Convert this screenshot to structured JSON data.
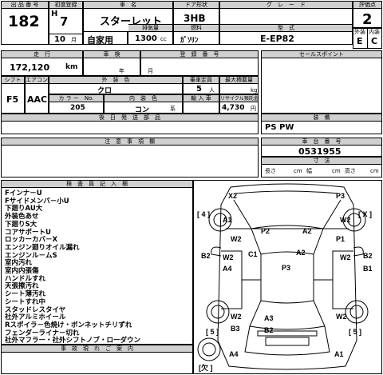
{
  "header": {
    "lot_no_label": "出 品 番 号",
    "lot_no": "182",
    "first_reg_label": "初度登録",
    "era_letter": "H",
    "era_year": "7",
    "month": "10",
    "month_unit": "月",
    "car_name_label": "車　名",
    "car_name": "スターレット",
    "usage": "自家用",
    "door_label": "ドア形状",
    "door": "3HB",
    "displacement_label": "排気量",
    "displacement": "1300",
    "displacement_unit": "cc",
    "fuel_label": "燃料",
    "fuel": "ｶﾞｿﾘﾝ",
    "grade_label": "グ　レ　ー　ド",
    "model_label": "型　式",
    "model": "E-EP82",
    "score_label": "評価点",
    "score": "2",
    "exterior_label": "外装",
    "interior_label": "内装",
    "exterior": "E",
    "interior": "C"
  },
  "specs": {
    "mileage_label": "走　行",
    "mileage": "172,120",
    "mileage_unit": "km",
    "inspection_label": "車　検",
    "year_unit": "年",
    "month_unit": "月",
    "reg_no_label": "登　録　番　号",
    "sales_point_label": "セールスポイント",
    "shift_label": "シフト",
    "shift": "F5",
    "ac_label": "エアコン",
    "ac": "AAC",
    "color_label": "外　装　色",
    "color": "クロ",
    "capacity_label": "乗車定員",
    "capacity": "5",
    "capacity_unit": "人",
    "load_label": "最大積載量",
    "load_unit": "kg",
    "color_no_label": "カ ラ ー　No.",
    "color_no": "205",
    "interior_color_label": "内　装　色",
    "interior_color": "コン",
    "interior_color_unit": "系",
    "import_label": "輸 入 車",
    "recycle_label": "リサイクル預託金",
    "recycle": "4,730",
    "recycle_unit": "円",
    "rear_label": "後　日　発　送　部　品",
    "equipment_label": "装　備",
    "equipment": "PS PW",
    "notes_label": "注　意　事　項　欄",
    "vin_label": "車　台　番　号",
    "vin": "0531955",
    "dims_label": "寸　法",
    "length_label": "長さ",
    "width_label": "幅",
    "height_label": "高さ",
    "cm": "cm"
  },
  "remarks": {
    "label": "検　査　員　記　入　欄",
    "lines": [
      "Fインナ－U",
      "Fサイドメンバ－小U",
      "下廻りAU大",
      "外装色あせ",
      "下廻りS大",
      "コアサポートU",
      "ロッカーカバ－X",
      "エンジン廻りオイル漏れ",
      "エンジンル－ムS",
      "室内汚れ",
      "室内内張傷",
      "ハンドルすれ",
      "天張擦汚れ",
      "シート薄汚れ",
      "シートすれ中",
      "スタッドレスタイヤ",
      "社外アルミホイール",
      "Rスポイラ－色焼け・ボンネットチリずれ",
      "フェンダーライナ－切れ",
      "社外マフラー・社外シフトノブ・ローダウン"
    ],
    "accident_label": "事　故　現　れ　ご　案　内"
  },
  "diagram": {
    "marks": {
      "x2": "X2",
      "p3_top": "P3",
      "bracket4": "[ 4 ]",
      "bracketx": "[ X ]",
      "a1_fl": "A1",
      "w2_fr": "W2",
      "w2_fl": "W2",
      "p2": "P2",
      "a2_hood": "A2",
      "p1": "P1",
      "c1": "C1",
      "a2_center": "A2",
      "b2_left": "B2",
      "w2_door_l": "W2",
      "w2_door_r": "W2",
      "b2_right": "B2",
      "a4_left": "A4",
      "p3_center": "P3",
      "b1": "B1",
      "bracket5_left": "[ 5 ]",
      "bracket5_right": "[ 5 ]",
      "w2_rl": "W2",
      "b3": "B3",
      "a3": "A3",
      "b2_rear": "B2",
      "w2_rr": "W2",
      "a4_bottom": "A4",
      "a1_bottom": "A1",
      "bracket_ketsu": "[欠 ]"
    }
  }
}
